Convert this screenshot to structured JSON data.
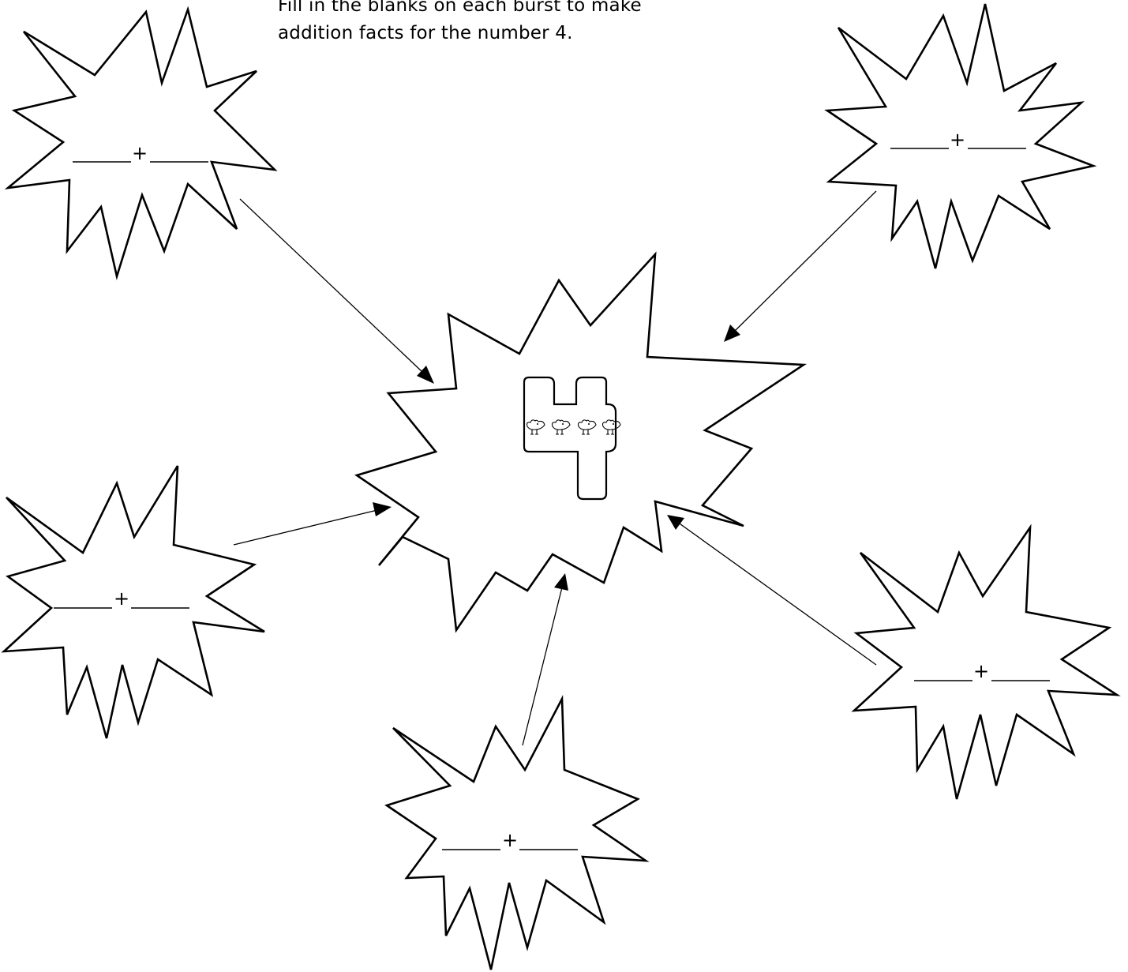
{
  "worksheet": {
    "instruction_line_1": "Fill in the blanks on each burst to make",
    "instruction_line_2": "addition facts for the number 4.",
    "target_number": "4",
    "problems": [
      {
        "operator": "+"
      },
      {
        "operator": "+"
      },
      {
        "operator": "+"
      },
      {
        "operator": "+"
      },
      {
        "operator": "+"
      }
    ],
    "counters": {
      "count": 4,
      "icon": "bird-icon"
    }
  }
}
